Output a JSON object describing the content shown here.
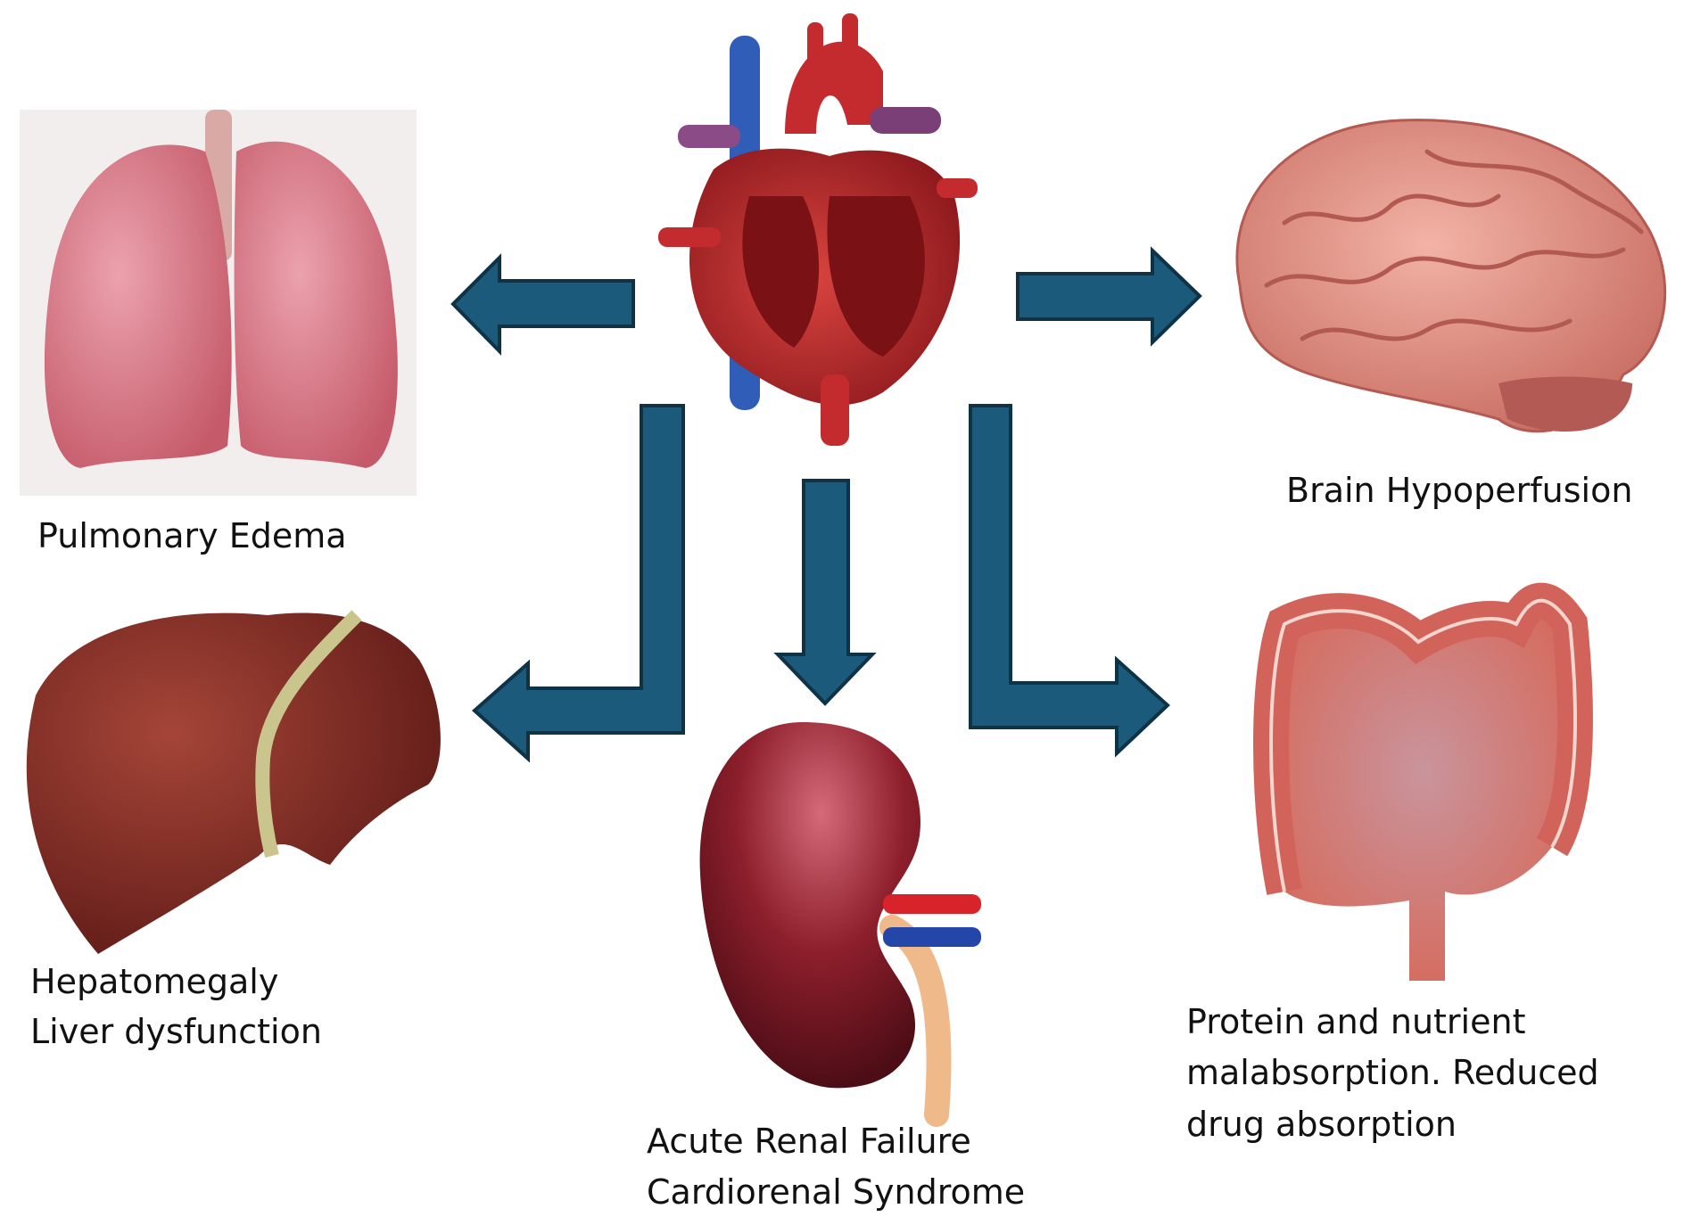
{
  "colors": {
    "arrow": "#1b5a7a",
    "arrow_outline": "#0f3346",
    "heart": "#b3262a",
    "lungs": "#d97a86",
    "brain": "#e39a8e",
    "liver": "#7a2420",
    "kidney": "#8e1f2c",
    "intestine": "#d8776a"
  },
  "labels": {
    "lungs": "Pulmonary Edema",
    "brain": "Brain Hypoperfusion",
    "liver": [
      "Hepatomegaly",
      "Liver dysfunction"
    ],
    "kidney": [
      "Acute Renal Failure",
      "Cardiorenal Syndrome"
    ],
    "intestine": [
      "Protein and nutrient",
      "malabsorption. Reduced",
      "drug absorption"
    ]
  }
}
